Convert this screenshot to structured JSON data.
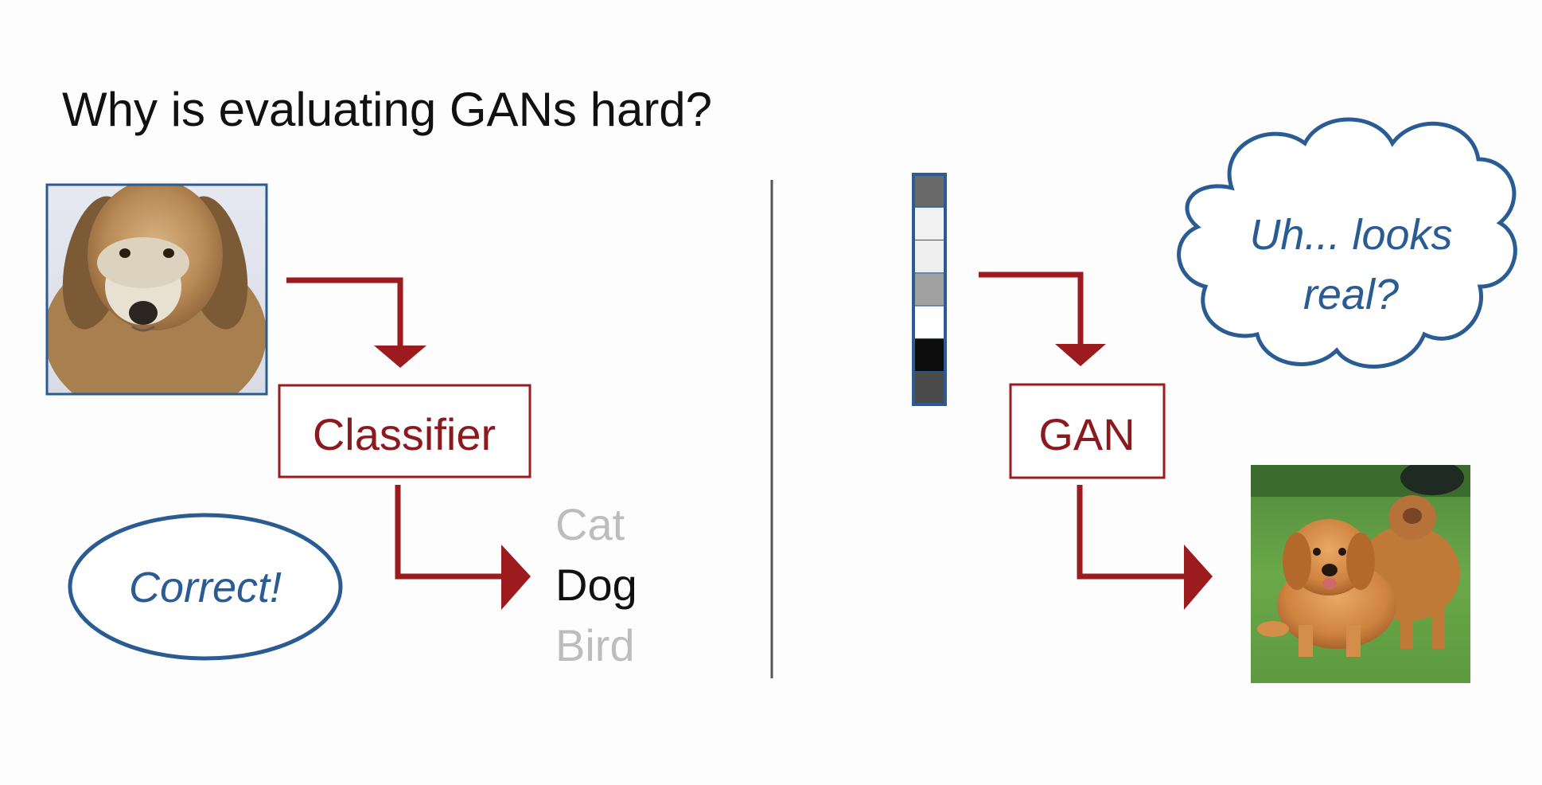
{
  "slide": {
    "title": "Why is evaluating GANs hard?"
  },
  "left": {
    "classifier_label": "Classifier",
    "outputs": [
      {
        "label": "Cat",
        "selected": false
      },
      {
        "label": "Dog",
        "selected": true
      },
      {
        "label": "Bird",
        "selected": false
      }
    ],
    "verdict": "Correct!"
  },
  "right": {
    "gan_label": "GAN",
    "thought_lines": [
      "Uh... looks",
      "real?"
    ],
    "noise_vector": [
      "#6a6a6a",
      "#f2f2f2",
      "#eeeeee",
      "#a0a0a0",
      "#ffffff",
      "#0c0c0c",
      "#4a4a4a"
    ]
  },
  "colors": {
    "arrow": "#9b1b1e",
    "box_text": "#8b1a1f",
    "blue": "#2a5c93",
    "selected_text": "#111111",
    "unselected_text": "#bdbdbd",
    "divider": "#555555"
  }
}
